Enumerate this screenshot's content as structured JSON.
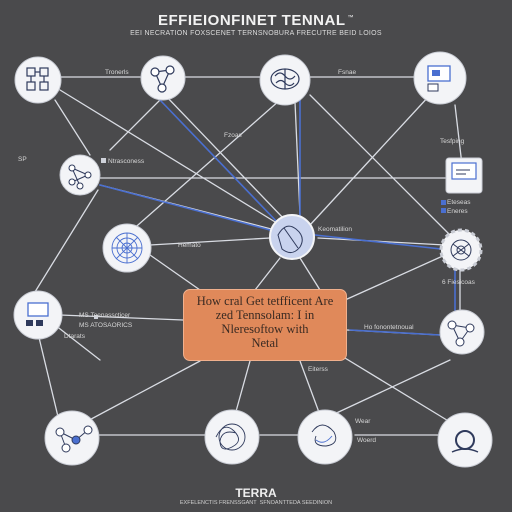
{
  "header": {
    "title": "EFFIEIONFINET TENNAL",
    "title_mark": "™",
    "subtitle": "EEI NECRATION FOXSCENET TERNSNOBURA FRECUTRE BEID LOIOS"
  },
  "center_box": {
    "lines": [
      "How cral Get tetfficent Are",
      "zed Tennsolam: I in",
      "Nleresoftow with",
      "Netal"
    ]
  },
  "labels": {
    "top_mid": "Tronerls",
    "top_right": "Fsnae",
    "mid_upper": "Fzoas",
    "right_upper": "Tesfping",
    "left_sp": "SP",
    "left_upper": "Ntrasconess",
    "right_mid_1": "Eteseas",
    "right_mid_2": "Eneres",
    "left_mid": "Hemato",
    "center_right": "Keomatilion",
    "right_low": "6 Fiesicoas",
    "left_lower_1": "MS Toenasscticer",
    "left_lower_2": "MS ATOSAORICS",
    "left_lower_3": "Dtarats",
    "right_lower": "Ho fonontetnoual",
    "below_box": "Eiterss",
    "bottom_mid": "Wear",
    "bottom_right": "Woerd"
  },
  "footer": {
    "title": "TERRA",
    "subtitle": "EXFELENCTIS FRENSSGANT  SFNOANTTEDA SEEDINION"
  },
  "colors": {
    "background": "#4a4a4c",
    "node_fill": "#f3f4f7",
    "connector": "#d9dce3",
    "accent_connector": "#4a6fd0",
    "center_box": "#e0895a"
  }
}
